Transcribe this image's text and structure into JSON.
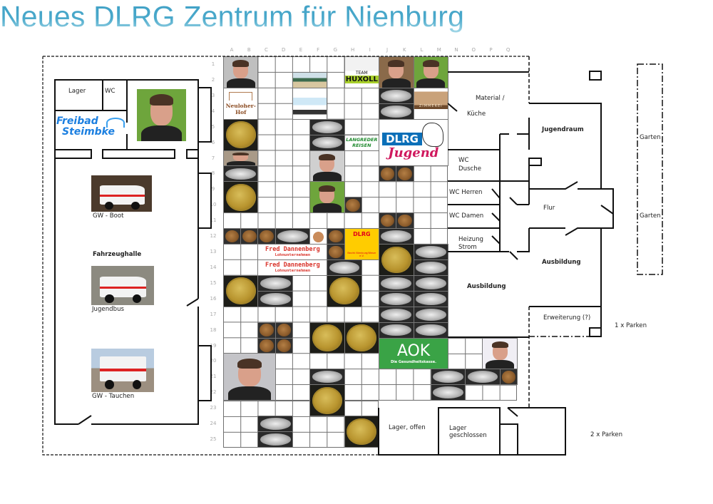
{
  "title": "Neues DLRG Zentrum für Nienburg",
  "columns": [
    "A",
    "B",
    "C",
    "D",
    "E",
    "F",
    "G",
    "H",
    "I",
    "J",
    "K",
    "L",
    "M",
    "N",
    "O",
    "P",
    "Q"
  ],
  "rows": [
    "1",
    "2",
    "3",
    "4",
    "5",
    "6",
    "7",
    "8",
    "9",
    "10",
    "11",
    "12",
    "13",
    "14",
    "15",
    "16",
    "17",
    "18",
    "19",
    "20",
    "21",
    "22",
    "23",
    "24",
    "25"
  ],
  "rooms": {
    "lager": "Lager",
    "wc": "WC",
    "fahrzeughalle": "Fahrzeughalle",
    "gw_boot": "GW - Boot",
    "jugendbus": "Jugendbus",
    "gw_tauchen": "GW - Tauchen",
    "material": "Material /",
    "kueche": "Küche",
    "jugendraum": "Jugendraum",
    "wc_dusche_1": "WC",
    "wc_dusche_2": "Dusche",
    "wc_herren": "WC Herren",
    "wc_damen": "WC Damen",
    "heizung": "Heizung",
    "strom": "Strom",
    "flur": "Flur",
    "ausbildung_right": "Ausbildung",
    "ausbildung_left": "Ausbildung",
    "erweiterung": "Erweiterung (?)",
    "parken_1": "1 x Parken",
    "garten_1": "Garten",
    "garten_2": "Garten",
    "lager_offen": "Lager, offen",
    "lager_geschl_1": "Lager",
    "lager_geschl_2": "geschlossen",
    "parken_2": "2 x Parken"
  },
  "freibad_logo": {
    "line1": "Freibad",
    "line2": "Steimbke"
  },
  "colors": {
    "title": "#3d9ec4",
    "aok": "#3aa346",
    "dlrg_yellow": "#ffcc00",
    "dlrg_red": "#e2001a",
    "jugend_blue": "#0b6fb8",
    "jugend_pink": "#d0195e",
    "huxoll_green": "#a8cf2a"
  },
  "tiles": [
    {
      "kind": "photo",
      "bg": "#bfbfbf"
    },
    {
      "kind": "landscape"
    },
    {
      "kind": "huxoll",
      "line1": "TEAM",
      "line2": "HUXOLL"
    },
    {
      "kind": "photo",
      "bg": "#8a6a4a"
    },
    {
      "kind": "photo",
      "bg": "#6ea53c"
    },
    {
      "kind": "neuloher",
      "text": "Neuloher-Hof"
    },
    {
      "kind": "bluelogo"
    },
    {
      "kind": "silver"
    },
    {
      "kind": "silver"
    },
    {
      "kind": "zimmerei",
      "text": "ZIMMEREI"
    },
    {
      "kind": "gold"
    },
    {
      "kind": "silver"
    },
    {
      "kind": "silver"
    },
    {
      "kind": "langreder",
      "line1": "LANGREDER",
      "line2": "REISEN"
    },
    {
      "kind": "jugend",
      "line1": "DLRG",
      "line2": "Jugend"
    },
    {
      "kind": "photo",
      "bg": "#a99a88"
    },
    {
      "kind": "photo",
      "bg": "#d0d0d0"
    },
    {
      "kind": "silver"
    },
    {
      "kind": "bronze"
    },
    {
      "kind": "bronze"
    },
    {
      "kind": "gold"
    },
    {
      "kind": "photo",
      "bg": "#6ea53c"
    },
    {
      "kind": "bronze"
    },
    {
      "kind": "bronze"
    },
    {
      "kind": "bronze"
    },
    {
      "kind": "bronze"
    },
    {
      "kind": "bronze"
    },
    {
      "kind": "bronze"
    },
    {
      "kind": "silver"
    },
    {
      "kind": "bakery"
    },
    {
      "kind": "bronze"
    },
    {
      "kind": "bezirk",
      "line1": "DLRG",
      "line2": "Bezirk Nienburg/Weser e.V."
    },
    {
      "kind": "silver"
    },
    {
      "kind": "dannenberg",
      "line1": "Fred Dannenberg",
      "line2": "Lohnunternehmen"
    },
    {
      "kind": "bronze"
    },
    {
      "kind": "gold"
    },
    {
      "kind": "silver"
    },
    {
      "kind": "dannenberg",
      "line1": "Fred Dannenberg",
      "line2": "Lohnunternehmen"
    },
    {
      "kind": "silver"
    },
    {
      "kind": "silver"
    },
    {
      "kind": "gold"
    },
    {
      "kind": "silver"
    },
    {
      "kind": "gold"
    },
    {
      "kind": "silver"
    },
    {
      "kind": "silver"
    },
    {
      "kind": "silver"
    },
    {
      "kind": "silver"
    },
    {
      "kind": "silver"
    },
    {
      "kind": "silver"
    },
    {
      "kind": "silver"
    },
    {
      "kind": "bronze"
    },
    {
      "kind": "bronze"
    },
    {
      "kind": "bronze"
    },
    {
      "kind": "bronze"
    },
    {
      "kind": "gold"
    },
    {
      "kind": "gold"
    },
    {
      "kind": "silver"
    },
    {
      "kind": "silver"
    },
    {
      "kind": "aok",
      "line1": "AOK",
      "line2": "Die Gesundheitskasse."
    },
    {
      "kind": "photo",
      "bg": "#f0eef4"
    },
    {
      "kind": "photo",
      "bg": "#c4c4c8"
    },
    {
      "kind": "silver"
    },
    {
      "kind": "silver"
    },
    {
      "kind": "silver"
    },
    {
      "kind": "bronze"
    },
    {
      "kind": "silver"
    },
    {
      "kind": "gold"
    },
    {
      "kind": "silver"
    },
    {
      "kind": "silver"
    },
    {
      "kind": "gold"
    }
  ]
}
